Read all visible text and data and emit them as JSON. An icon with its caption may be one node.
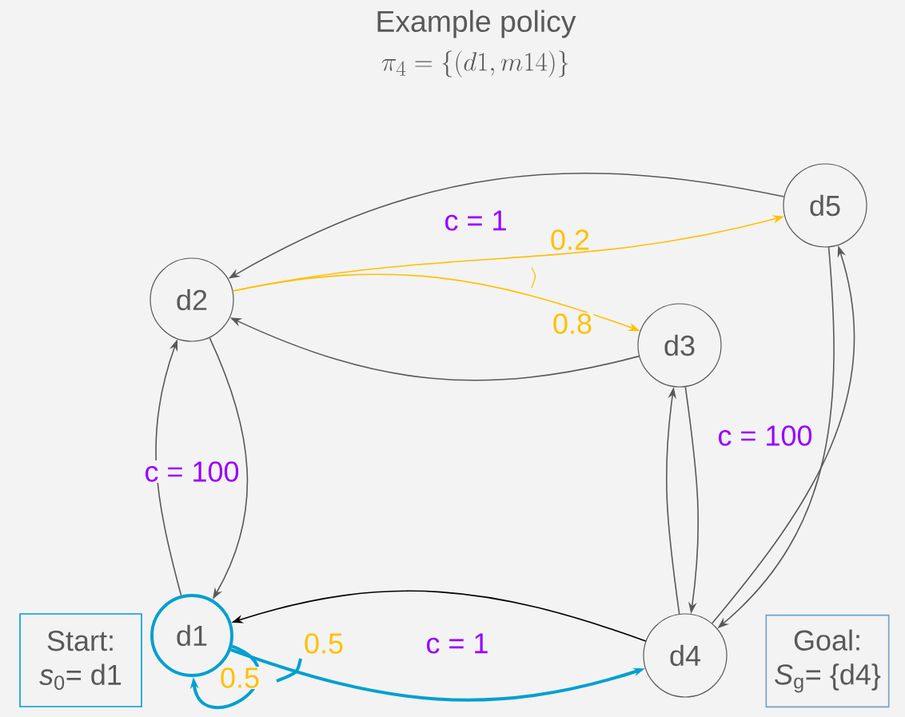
{
  "diagram": {
    "title": "Example policy",
    "nodes": [
      {
        "text": [
          "d1"
        ]
      },
      {
        "text": [
          "d2"
        ]
      },
      {
        "text": [
          "d3"
        ]
      },
      {
        "text": [
          "d4"
        ]
      },
      {
        "text": [
          "d5"
        ]
      },
      {
        "text": [
          "Start:",
          "*s*$_{0}$= d1"
        ]
      },
      {
        "text": [
          "Goal:",
          "*S*$_{g}$= {d4}"
        ]
      }
    ],
    "edges": [
      {
        "from": 1,
        "to": 4,
        "arrow": "to",
        "label": "0.2",
        "color": "#ffc000"
      },
      {
        "from": 1,
        "to": 2,
        "arrow": "to",
        "label": "0.8",
        "color": "#ffc000"
      },
      {
        "from": 2,
        "to": 1,
        "arrow": "to"
      },
      {
        "from": 4,
        "to": 1,
        "arrow": "to"
      },
      {
        "from": 0,
        "to": 1,
        "arrow": "to"
      },
      {
        "from": 1,
        "to": 0,
        "arrow": "to"
      },
      {
        "from": 2,
        "to": 3,
        "arrow": "to"
      },
      {
        "from": 3,
        "to": 2,
        "arrow": "to"
      },
      {
        "from": 4,
        "to": 3,
        "arrow": "to"
      },
      {
        "from": 3,
        "to": 4,
        "arrow": "to"
      },
      {
        "from": 3,
        "to": 0,
        "arrow": "to",
        "color": "#000000"
      },
      {
        "from": 0,
        "to": 3,
        "arrow": "to",
        "label": "0.5",
        "style": "thick",
        "color": "#00a0d0"
      },
      {
        "from": 0,
        "to": 0,
        "arrow": "to",
        "label": "0.5",
        "style": "thick",
        "color": "#00a0d0"
      }
    ],
    "labels": [
      "\\pi_4 = \\{(d1, m14)\\}",
      "c = 1",
      "c = 100",
      "c = 100",
      "c = 1"
    ]
  }
}
